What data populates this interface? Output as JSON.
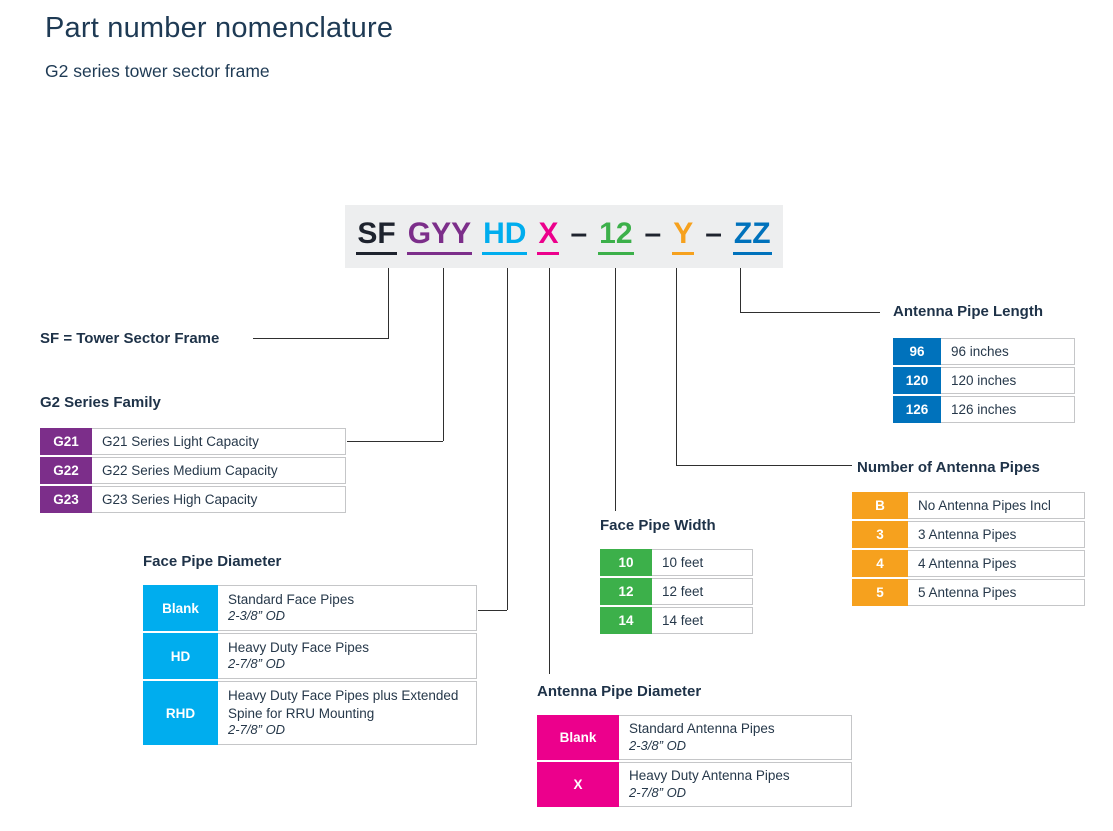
{
  "header": {
    "title": "Part number nomenclature",
    "subtitle": "G2 series tower sector frame"
  },
  "colors": {
    "navy_text": "#1E3A54",
    "dark": "#1E232E",
    "purple": "#7C2E8A",
    "cyan": "#00ADEE",
    "pink": "#EC008C",
    "green": "#3CB04A",
    "orange": "#F6A11E",
    "blue": "#0072BC",
    "box_bg": "#EDEEEF"
  },
  "part_number": {
    "segments": [
      {
        "id": "sf",
        "text": "SF"
      },
      {
        "id": "gyy",
        "text": "GYY"
      },
      {
        "id": "hd",
        "text": "HD"
      },
      {
        "id": "x",
        "text": "X"
      },
      {
        "id": "dash1",
        "text": "–"
      },
      {
        "id": "12",
        "text": "12"
      },
      {
        "id": "dash2",
        "text": "–"
      },
      {
        "id": "y",
        "text": "Y"
      },
      {
        "id": "dash3",
        "text": "–"
      },
      {
        "id": "zz",
        "text": "ZZ"
      }
    ]
  },
  "callouts": {
    "sf": "SF = Tower Sector Frame"
  },
  "tables": {
    "family": {
      "title": "G2 Series Family",
      "accent": "#7C2E8A",
      "rows": [
        {
          "code": "G21",
          "text": "G21 Series Light Capacity"
        },
        {
          "code": "G22",
          "text": "G22 Series Medium Capacity"
        },
        {
          "code": "G23",
          "text": "G23 Series High Capacity"
        }
      ]
    },
    "antenna_length": {
      "title": "Antenna Pipe Length",
      "accent": "#0072BC",
      "rows": [
        {
          "code": "96",
          "text": "96 inches"
        },
        {
          "code": "120",
          "text": "120 inches"
        },
        {
          "code": "126",
          "text": "126 inches"
        }
      ]
    },
    "antenna_count": {
      "title": "Number of Antenna Pipes",
      "accent": "#F6A11E",
      "rows": [
        {
          "code": "B",
          "text": "No Antenna Pipes Incl"
        },
        {
          "code": "3",
          "text": "3 Antenna Pipes"
        },
        {
          "code": "4",
          "text": "4 Antenna Pipes"
        },
        {
          "code": "5",
          "text": "5 Antenna Pipes"
        }
      ]
    },
    "face_width": {
      "title": "Face Pipe Width",
      "accent": "#3CB04A",
      "rows": [
        {
          "code": "10",
          "text": "10 feet"
        },
        {
          "code": "12",
          "text": "12 feet"
        },
        {
          "code": "14",
          "text": "14 feet"
        }
      ]
    },
    "face_diameter": {
      "title": "Face Pipe Diameter",
      "accent": "#00ADEE",
      "rows": [
        {
          "code": "Blank",
          "text": "Standard Face Pipes",
          "sub": "2-3/8” OD"
        },
        {
          "code": "HD",
          "text": "Heavy Duty Face Pipes",
          "sub": "2-7/8” OD"
        },
        {
          "code": "RHD",
          "text": "Heavy Duty Face Pipes plus Extended Spine for RRU Mounting",
          "sub": "2-7/8” OD"
        }
      ]
    },
    "antenna_diameter": {
      "title": "Antenna Pipe Diameter",
      "accent": "#EC008C",
      "rows": [
        {
          "code": "Blank",
          "text": "Standard Antenna Pipes",
          "sub": "2-3/8” OD"
        },
        {
          "code": "X",
          "text": "Heavy Duty Antenna Pipes",
          "sub": "2-7/8” OD"
        }
      ]
    }
  }
}
